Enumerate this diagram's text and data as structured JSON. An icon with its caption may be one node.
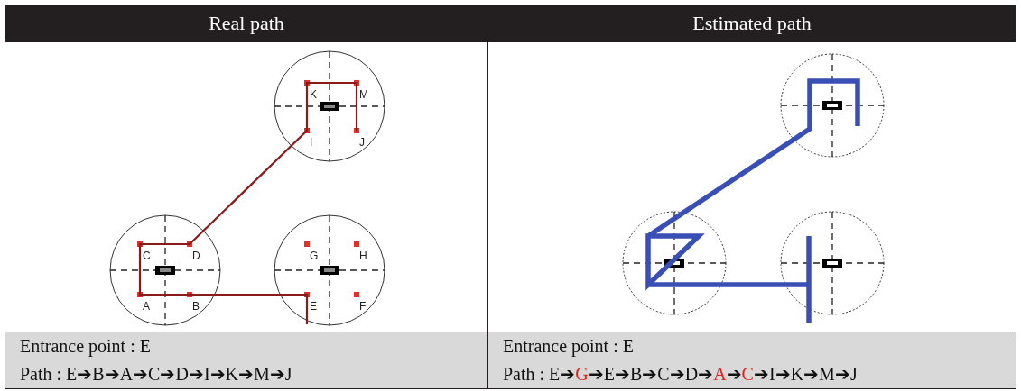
{
  "diagram": {
    "labels": [
      "Real path",
      "Estimated path",
      "K",
      "M",
      "I",
      "J",
      "C",
      "D",
      "G",
      "H",
      "A",
      "B",
      "E",
      "F",
      "Entrance point : E",
      "Path : E➔B➔A➔C➔D➔I➔K➔M➔J",
      "Entrance point : E",
      "Path : E➔G➔E➔B➔C➔D➔A➔C➔I➔K➔M➔J"
    ]
  }
}
